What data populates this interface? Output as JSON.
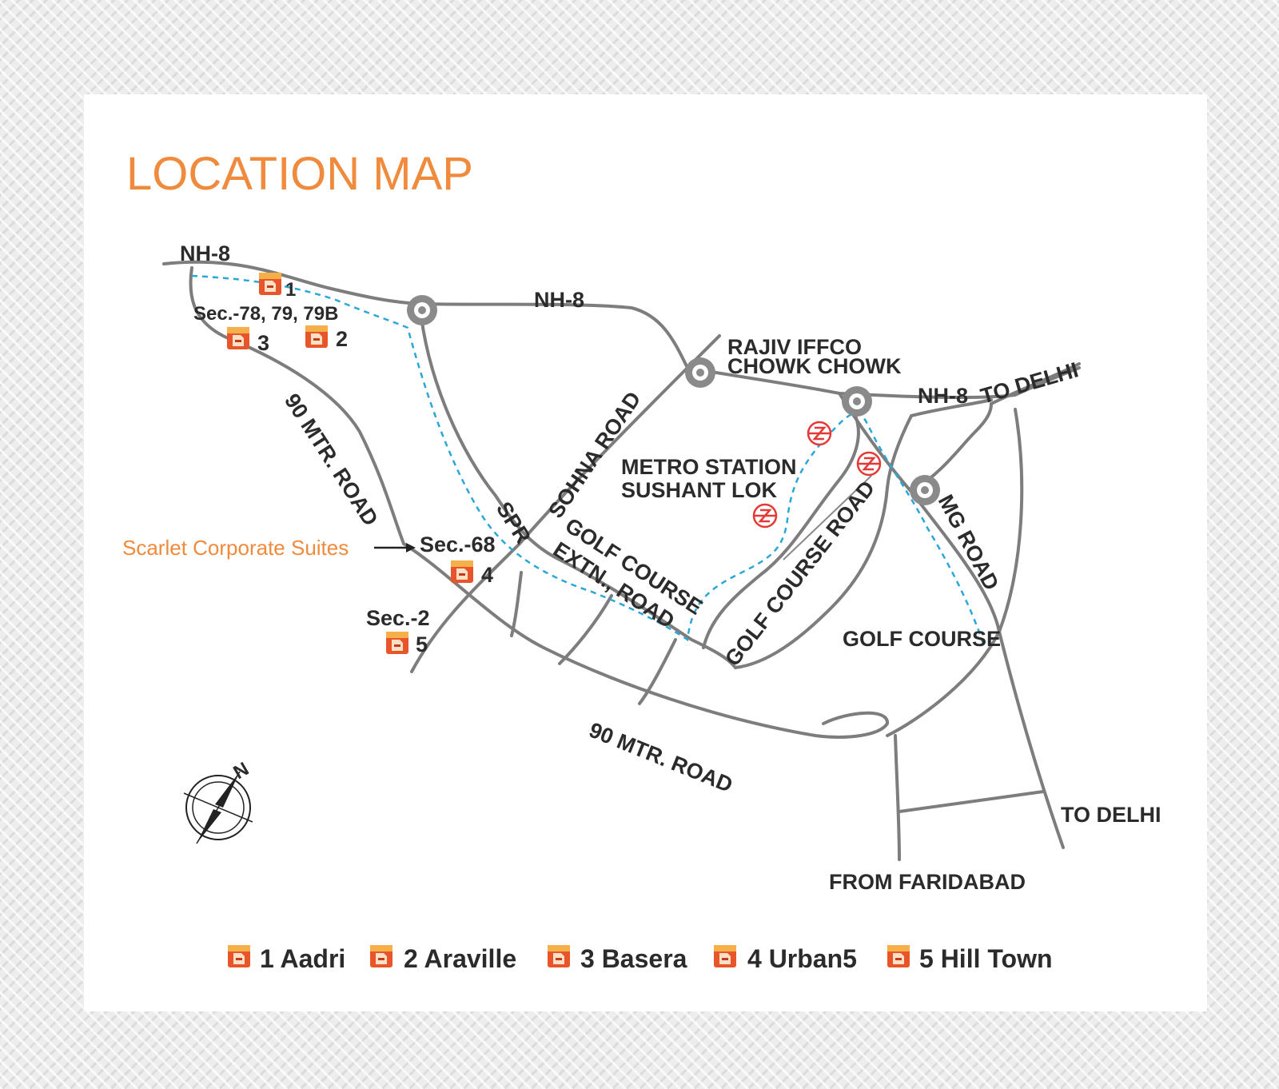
{
  "title": "LOCATION MAP",
  "colors": {
    "accent": "#f08a3c",
    "road": "#7d7d7d",
    "metro_line": "#2aa7d6",
    "metro_icon": "#e53935",
    "marker": "#e8552a"
  },
  "icons": {
    "project_marker": "building-marker-icon",
    "metro_station": "metro-station-icon",
    "compass": "north-compass-icon",
    "roundabout": "roundabout-node-icon"
  },
  "labels": {
    "nh8_west": "NH-8",
    "nh8_mid": "NH-8",
    "rajiv": "RAJIV IFFCO",
    "chowk_chowk": "CHOWK CHOWK",
    "nh8_east": "NH-8",
    "to_delhi_ne": "TO DELHI",
    "sectors_78": "Sec.-78, 79, 79B",
    "mtr_road_west": "90 MTR. ROAD",
    "sohna_road": "SOHNA ROAD",
    "metro_station": "METRO STATION",
    "sushant_lok": "SUSHANT LOK",
    "spr": "SPR",
    "gc_extn_1": "GOLF COURSE",
    "gc_extn_2": "EXTN., ROAD",
    "golf_course_road": "GOLF COURSE ROAD",
    "mg_road": "MG ROAD",
    "golf_course": "GOLF COURSE",
    "scarlet": "Scarlet Corporate Suites",
    "sec68": "Sec.-68",
    "sec2": "Sec.-2",
    "mtr_road_south": "90 MTR. ROAD",
    "to_delhi_se": "TO DELHI",
    "from_faridabad": "FROM FARIDABAD",
    "compass_n": "N"
  },
  "markers": [
    {
      "label": "1"
    },
    {
      "label": "2"
    },
    {
      "label": "3"
    },
    {
      "label": "4"
    },
    {
      "label": "5"
    }
  ],
  "legend": [
    {
      "text": "1 Aadri"
    },
    {
      "text": "2 Araville"
    },
    {
      "text": "3 Basera"
    },
    {
      "text": "4 Urban5"
    },
    {
      "text": "5 Hill Town"
    }
  ]
}
